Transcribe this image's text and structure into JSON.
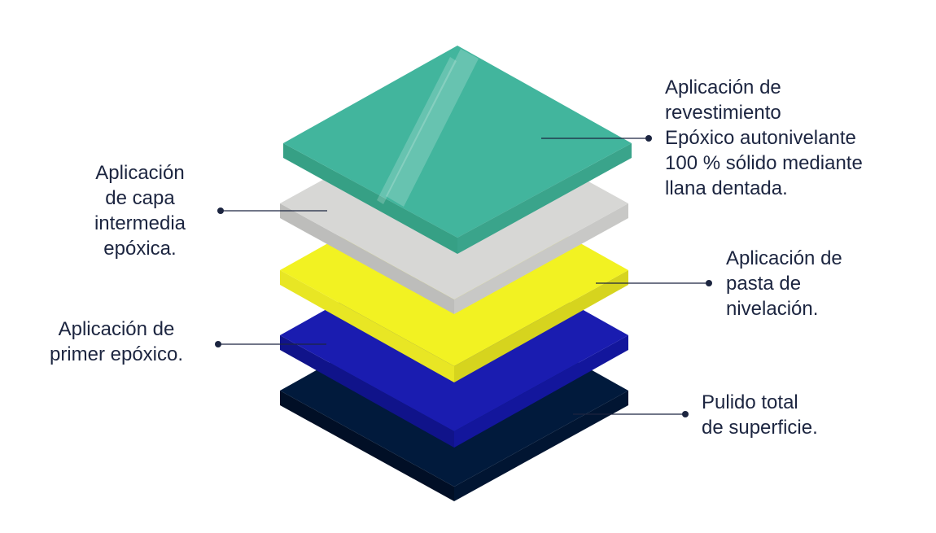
{
  "layers": [
    {
      "key": "pulido",
      "name": "surface-polish",
      "top_color": "#011a3c",
      "left_color": "#010f26",
      "right_color": "#011532"
    },
    {
      "key": "primer",
      "name": "epoxy-primer",
      "top_color": "#1a1cb0",
      "left_color": "#10138a",
      "right_color": "#13169c"
    },
    {
      "key": "pasta",
      "name": "leveling-paste",
      "top_color": "#f2f222",
      "left_color": "#e8e624",
      "right_color": "#d6d41e"
    },
    {
      "key": "intermedia",
      "name": "intermediate-coat",
      "top_color": "#d7d7d5",
      "left_color": "#bdbdbb",
      "right_color": "#c8c8c6"
    },
    {
      "key": "revestimiento",
      "name": "self-leveling-coating",
      "top_color": "#42b59d",
      "left_color": "#36a085",
      "right_color": "#3aa48b"
    }
  ],
  "labels": {
    "revestimiento": {
      "lines": [
        "Aplicación de",
        "revestimiento",
        "Epóxico autonivelante",
        "100 % sólido mediante",
        "llana dentada."
      ]
    },
    "intermedia": {
      "lines": [
        "Aplicación",
        "de capa",
        "intermedia",
        "epóxica."
      ]
    },
    "pasta": {
      "lines": [
        "Aplicación de",
        "pasta de",
        "nivelación."
      ]
    },
    "primer": {
      "lines": [
        "Aplicación de",
        "primer epóxico."
      ]
    },
    "pulido": {
      "lines": [
        "Pulido total",
        "de superficie."
      ]
    }
  },
  "colors": {
    "text": "#1c2540",
    "leader_line": "#1c2540"
  }
}
